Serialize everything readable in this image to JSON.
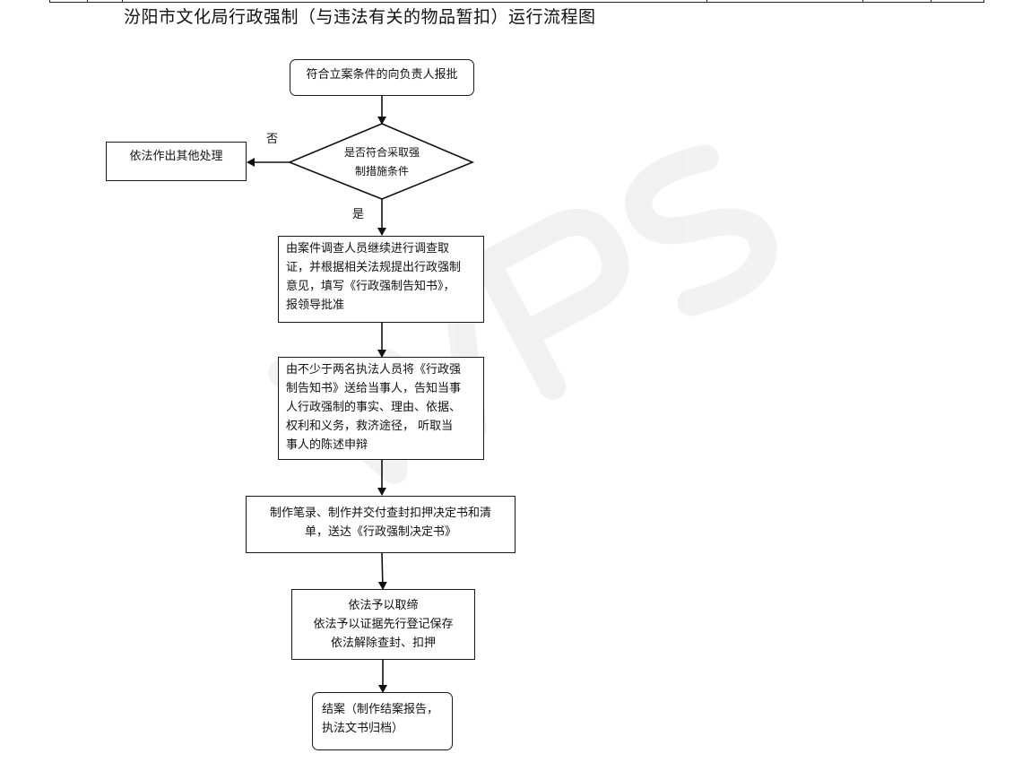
{
  "title": "汾阳市文化局行政强制（与违法有关的物品暂扣）运行流程图",
  "watermark": "WPS",
  "nodes": {
    "start": {
      "lines": [
        "符合立案条件的向负责人报批"
      ]
    },
    "decision": {
      "lines": [
        "是否符合采取强",
        "制措施条件"
      ]
    },
    "other": {
      "lines": [
        "依法作出其他处理"
      ]
    },
    "investigate": {
      "lines": [
        "由案件调查人员继续进行调查取",
        "证，并根据相关法规提出行政强制",
        "意见，填写《行政强制告知书》，",
        "报领导批准"
      ]
    },
    "notify": {
      "lines": [
        "由不少于两名执法人员将《行政强",
        "制告知书》送给当事人，告知当事",
        "人行政强制的事实、理由、依据、",
        "权利和义务，救济途径，  听取当",
        "事人的陈述申辩"
      ]
    },
    "record": {
      "lines": [
        "制作笔录、制作并交付查封扣押决定书和清",
        "单，送达《行政强制决定书》"
      ]
    },
    "handle": {
      "lines": [
        "依法予以取缔",
        "依法予以证据先行登记保存",
        "依法解除查封、扣押"
      ]
    },
    "close": {
      "lines": [
        "结案（制作结案报告，",
        "执法文书归档）"
      ]
    }
  },
  "labels": {
    "no": "否",
    "yes": "是"
  }
}
